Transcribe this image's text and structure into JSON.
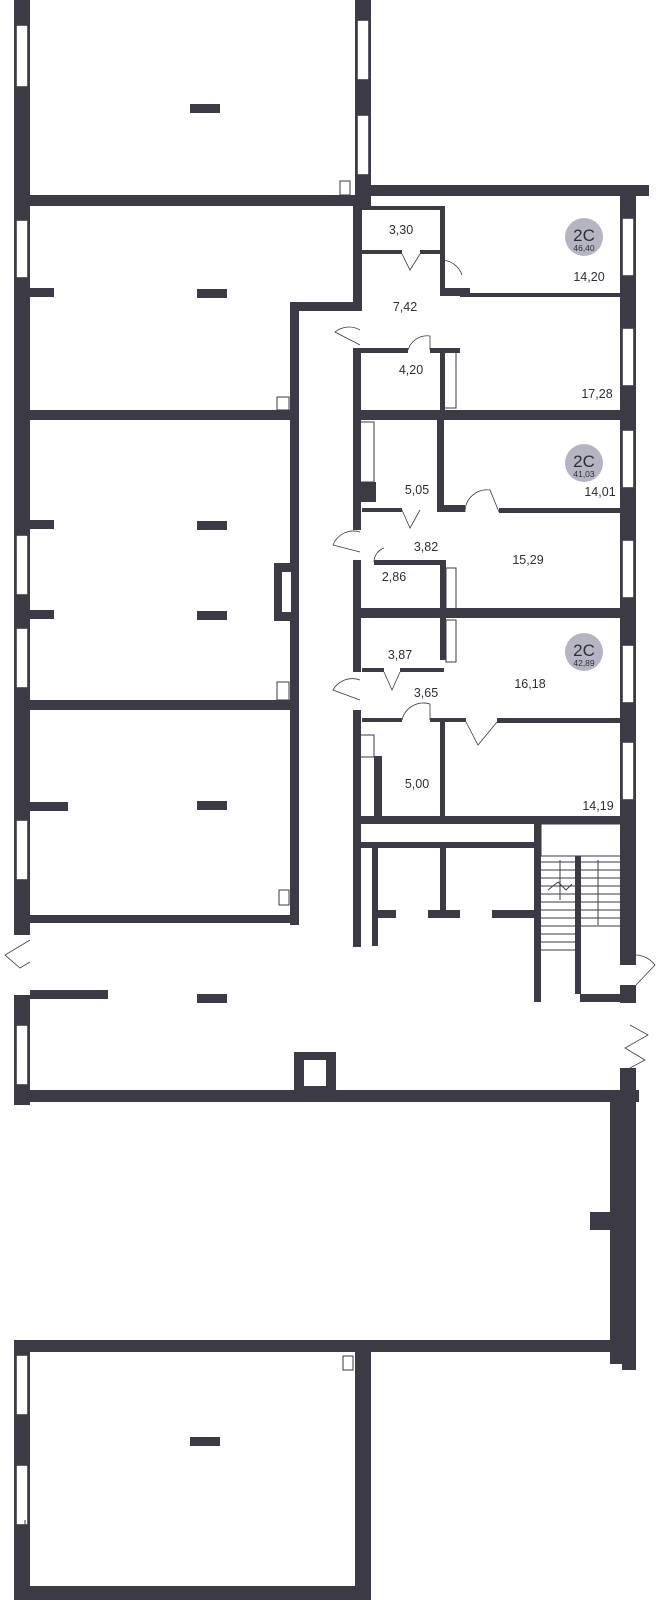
{
  "apartments": [
    {
      "type": "2С",
      "total": "46,40"
    },
    {
      "type": "2С",
      "total": "41,03"
    },
    {
      "type": "2С",
      "total": "42,89"
    }
  ],
  "rooms": {
    "r_3_30": "3,30",
    "r_14_20": "14,20",
    "r_7_42": "7,42",
    "r_4_20": "4,20",
    "r_17_28": "17,28",
    "r_5_05": "5,05",
    "r_14_01": "14,01",
    "r_3_82": "3,82",
    "r_15_29": "15,29",
    "r_2_86": "2,86",
    "r_3_87": "3,87",
    "r_3_65": "3,65",
    "r_16_18": "16,18",
    "r_5_00": "5,00",
    "r_14_19": "14,19"
  },
  "colors": {
    "wall": "#3c3a44",
    "badge": "#b5b4c2",
    "background": "#ffffff"
  }
}
